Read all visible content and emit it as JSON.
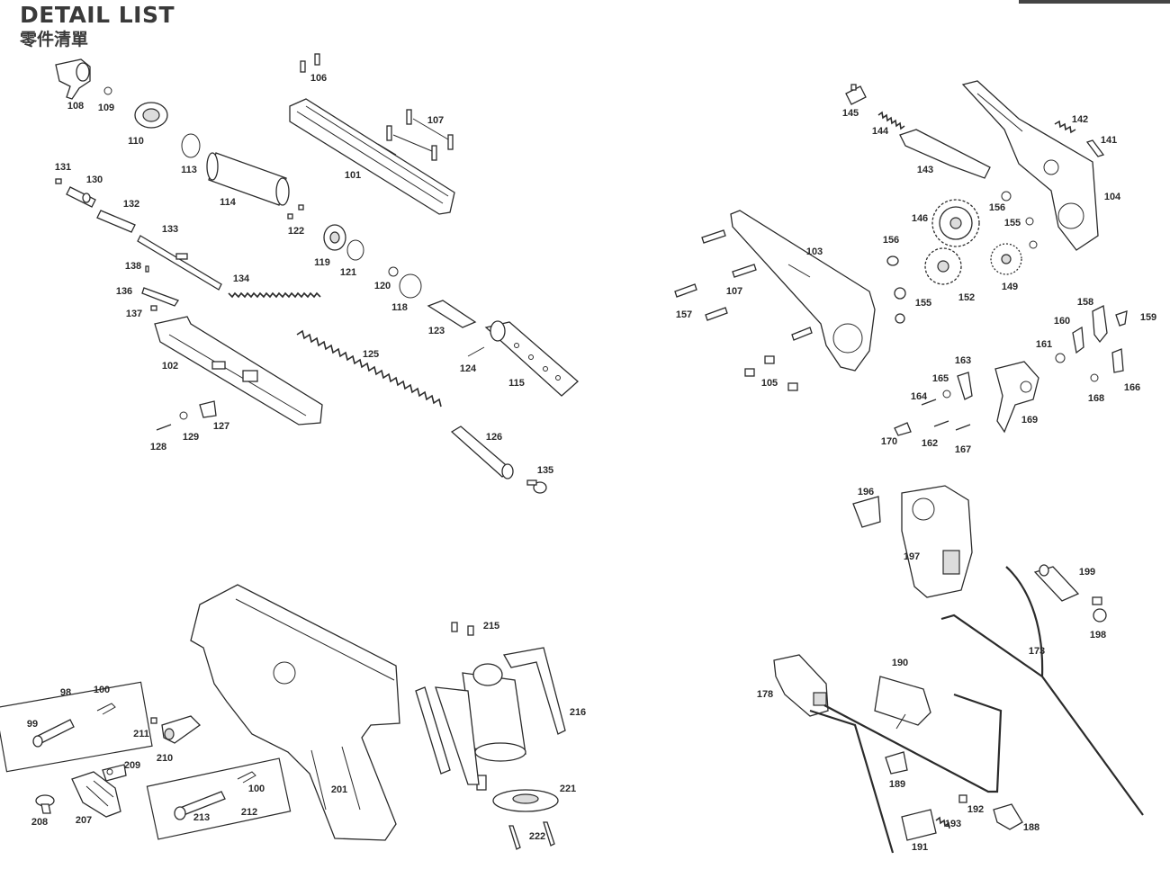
{
  "title": "DETAIL LIST",
  "subtitle": "零件清單",
  "parts": [
    {
      "id": "108",
      "label": "108"
    },
    {
      "id": "109",
      "label": "109"
    },
    {
      "id": "110",
      "label": "110"
    },
    {
      "id": "113",
      "label": "113"
    },
    {
      "id": "114",
      "label": "114"
    },
    {
      "id": "106",
      "label": "106"
    },
    {
      "id": "107a",
      "label": "107"
    },
    {
      "id": "101",
      "label": "101"
    },
    {
      "id": "131",
      "label": "131"
    },
    {
      "id": "130",
      "label": "130"
    },
    {
      "id": "132",
      "label": "132"
    },
    {
      "id": "133",
      "label": "133"
    },
    {
      "id": "122",
      "label": "122"
    },
    {
      "id": "119",
      "label": "119"
    },
    {
      "id": "121",
      "label": "121"
    },
    {
      "id": "138",
      "label": "138"
    },
    {
      "id": "134",
      "label": "134"
    },
    {
      "id": "120",
      "label": "120"
    },
    {
      "id": "118",
      "label": "118"
    },
    {
      "id": "136",
      "label": "136"
    },
    {
      "id": "137",
      "label": "137"
    },
    {
      "id": "123",
      "label": "123"
    },
    {
      "id": "125",
      "label": "125"
    },
    {
      "id": "102",
      "label": "102"
    },
    {
      "id": "124",
      "label": "124"
    },
    {
      "id": "115",
      "label": "115"
    },
    {
      "id": "127",
      "label": "127"
    },
    {
      "id": "129",
      "label": "129"
    },
    {
      "id": "128",
      "label": "128"
    },
    {
      "id": "126",
      "label": "126"
    },
    {
      "id": "135",
      "label": "135"
    },
    {
      "id": "145",
      "label": "145"
    },
    {
      "id": "142",
      "label": "142"
    },
    {
      "id": "141",
      "label": "141"
    },
    {
      "id": "144",
      "label": "144"
    },
    {
      "id": "143",
      "label": "143"
    },
    {
      "id": "104",
      "label": "104"
    },
    {
      "id": "156a",
      "label": "156"
    },
    {
      "id": "146",
      "label": "146"
    },
    {
      "id": "155a",
      "label": "155"
    },
    {
      "id": "103",
      "label": "103"
    },
    {
      "id": "156b",
      "label": "156"
    },
    {
      "id": "107b",
      "label": "107"
    },
    {
      "id": "157",
      "label": "157"
    },
    {
      "id": "149",
      "label": "149"
    },
    {
      "id": "155b",
      "label": "155"
    },
    {
      "id": "152",
      "label": "152"
    },
    {
      "id": "158",
      "label": "158"
    },
    {
      "id": "160",
      "label": "160"
    },
    {
      "id": "159",
      "label": "159"
    },
    {
      "id": "161",
      "label": "161"
    },
    {
      "id": "163",
      "label": "163"
    },
    {
      "id": "105",
      "label": "105"
    },
    {
      "id": "165",
      "label": "165"
    },
    {
      "id": "164",
      "label": "164"
    },
    {
      "id": "168",
      "label": "168"
    },
    {
      "id": "166",
      "label": "166"
    },
    {
      "id": "169",
      "label": "169"
    },
    {
      "id": "170",
      "label": "170"
    },
    {
      "id": "162",
      "label": "162"
    },
    {
      "id": "167",
      "label": "167"
    },
    {
      "id": "196",
      "label": "196"
    },
    {
      "id": "197",
      "label": "197"
    },
    {
      "id": "199",
      "label": "199"
    },
    {
      "id": "198",
      "label": "198"
    },
    {
      "id": "173",
      "label": "173"
    },
    {
      "id": "190",
      "label": "190"
    },
    {
      "id": "178",
      "label": "178"
    },
    {
      "id": "189",
      "label": "189"
    },
    {
      "id": "192",
      "label": "192"
    },
    {
      "id": "193",
      "label": "193"
    },
    {
      "id": "188",
      "label": "188"
    },
    {
      "id": "191",
      "label": "191"
    },
    {
      "id": "215",
      "label": "215"
    },
    {
      "id": "216",
      "label": "216"
    },
    {
      "id": "98",
      "label": "98"
    },
    {
      "id": "100a",
      "label": "100"
    },
    {
      "id": "99",
      "label": "99"
    },
    {
      "id": "211",
      "label": "211"
    },
    {
      "id": "210",
      "label": "210"
    },
    {
      "id": "209",
      "label": "209"
    },
    {
      "id": "201",
      "label": "201"
    },
    {
      "id": "221",
      "label": "221"
    },
    {
      "id": "100b",
      "label": "100"
    },
    {
      "id": "212",
      "label": "212"
    },
    {
      "id": "213",
      "label": "213"
    },
    {
      "id": "207",
      "label": "207"
    },
    {
      "id": "208",
      "label": "208"
    },
    {
      "id": "222",
      "label": "222"
    }
  ]
}
